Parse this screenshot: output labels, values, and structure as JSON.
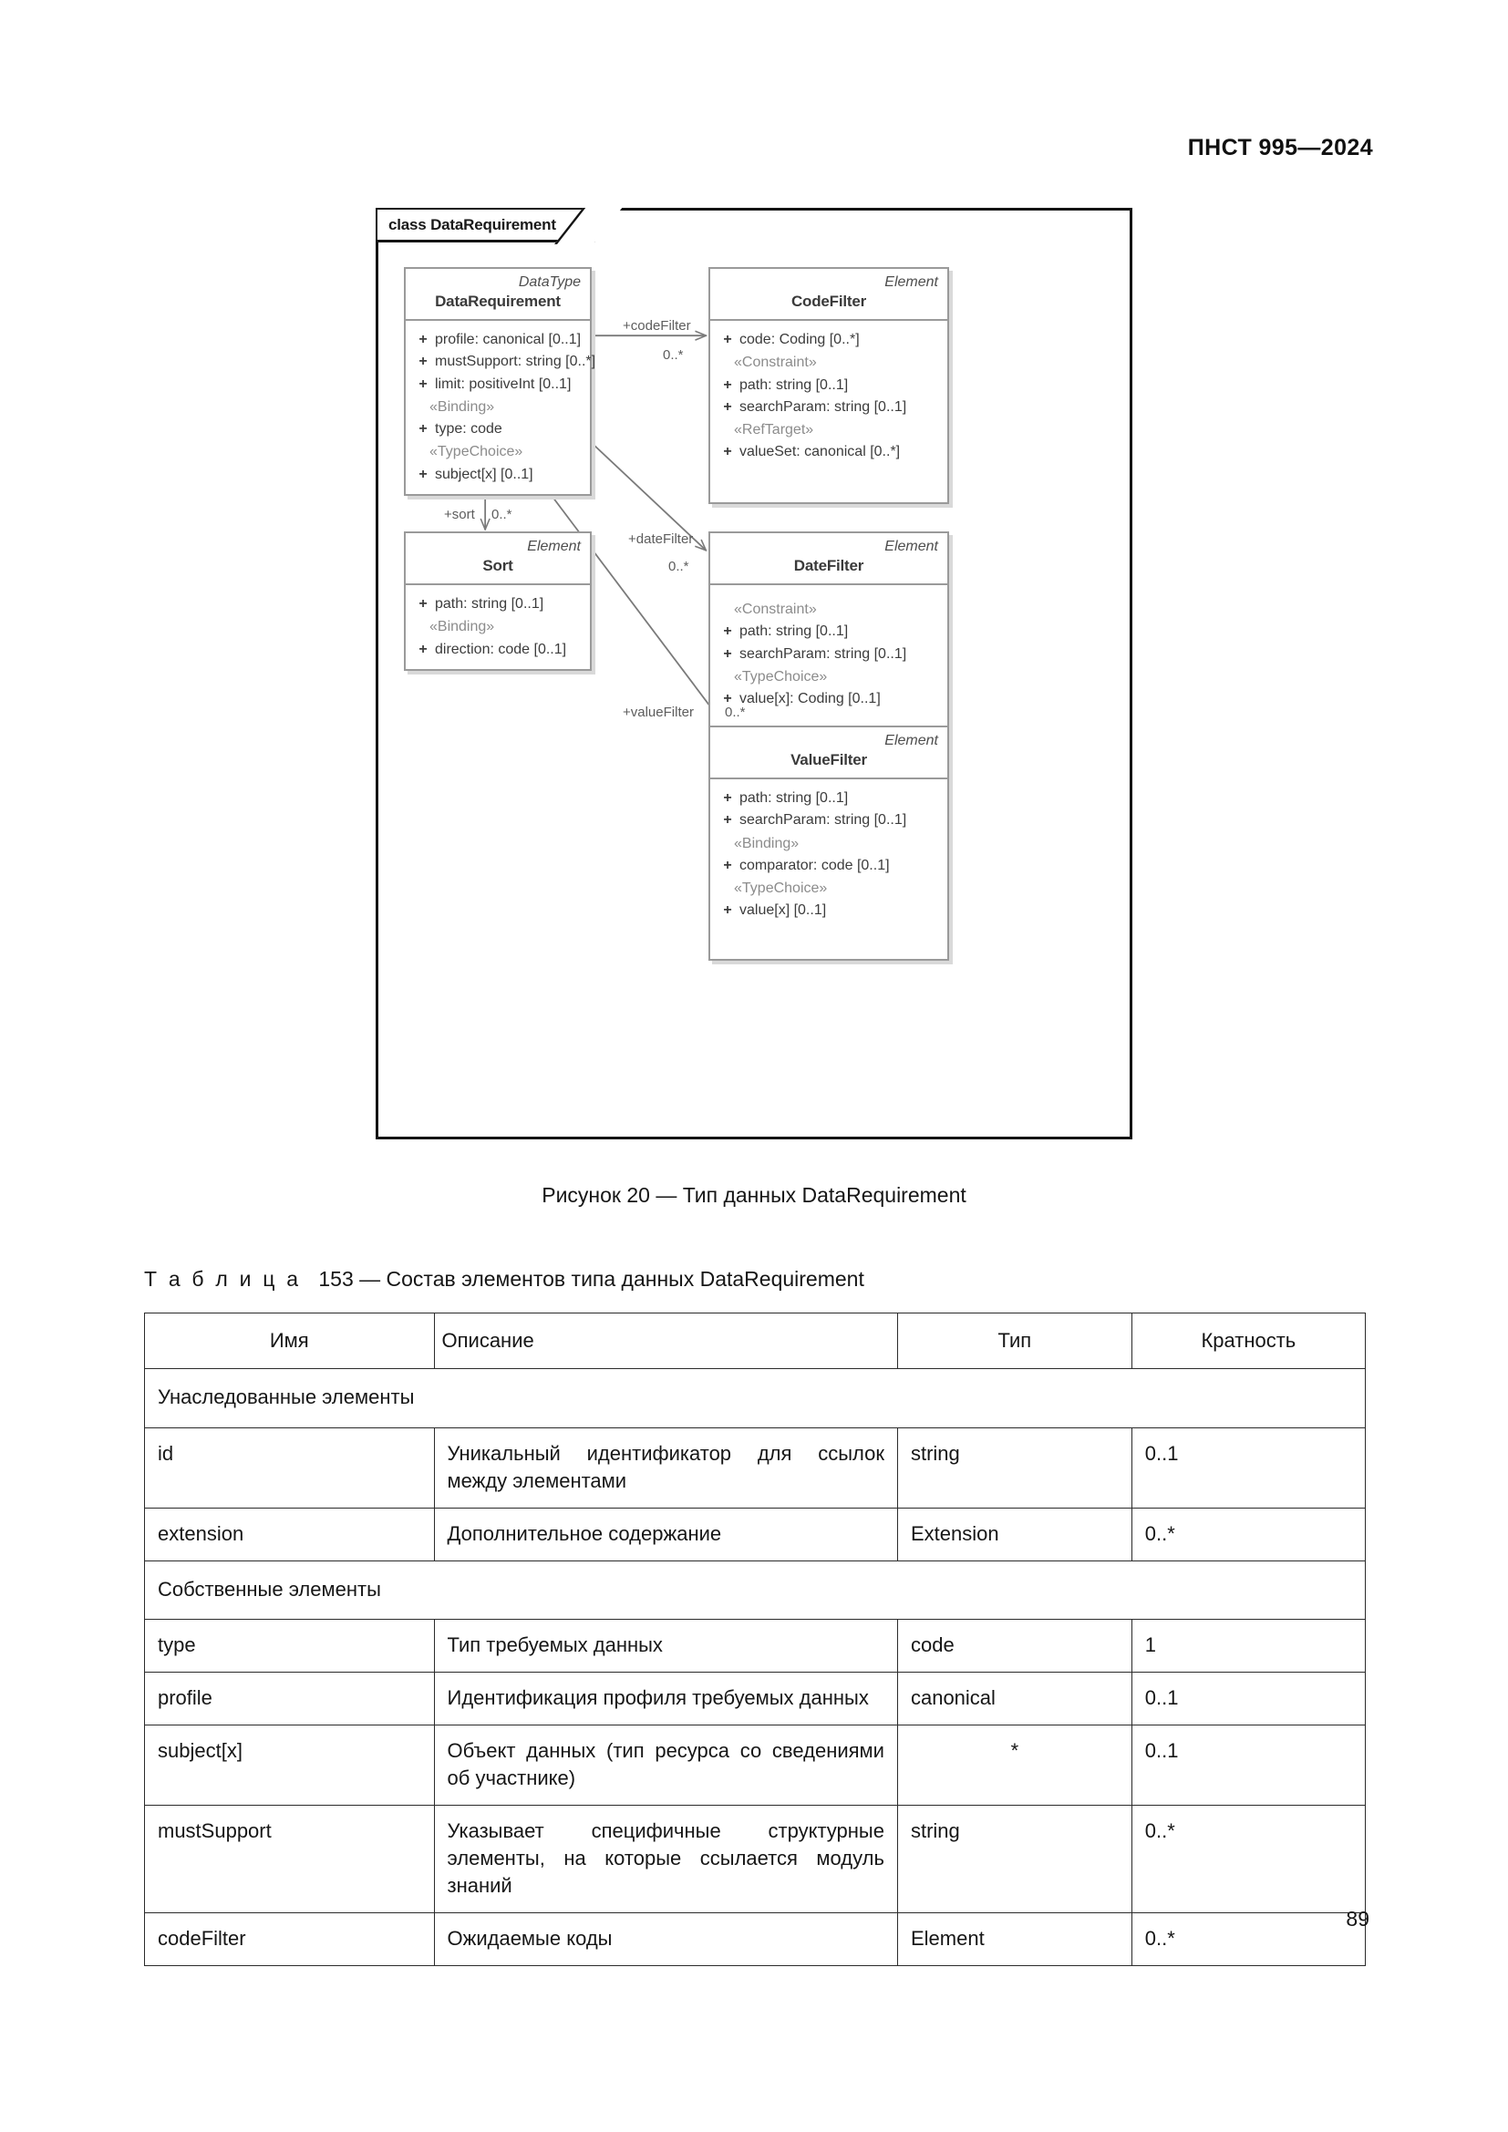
{
  "header": {
    "standard_ref": "ПНСТ 995—2024"
  },
  "page_number": "89",
  "figure": {
    "frame_label": "class DataRequirement",
    "caption": "Рисунок 20 — Тип данных DataRequirement",
    "classes": [
      {
        "id": "datarequirement",
        "stereotype": "DataType",
        "name": "DataRequirement",
        "members": [
          {
            "kind": "attr",
            "visibility": "+",
            "text": "profile: canonical [0..1]"
          },
          {
            "kind": "attr",
            "visibility": "+",
            "text": "mustSupport: string [0..*]"
          },
          {
            "kind": "attr",
            "visibility": "+",
            "text": "limit: positiveInt [0..1]"
          },
          {
            "kind": "stereo",
            "text": "«Binding»"
          },
          {
            "kind": "attr",
            "visibility": "+",
            "text": "type: code"
          },
          {
            "kind": "stereo",
            "text": "«TypeChoice»"
          },
          {
            "kind": "attr",
            "visibility": "+",
            "text": "subject[x] [0..1]"
          }
        ]
      },
      {
        "id": "codefilter",
        "stereotype": "Element",
        "name": "CodeFilter",
        "members": [
          {
            "kind": "attr",
            "visibility": "+",
            "text": "code: Coding [0..*]"
          },
          {
            "kind": "stereo",
            "text": "«Constraint»"
          },
          {
            "kind": "attr",
            "visibility": "+",
            "text": "path: string [0..1]"
          },
          {
            "kind": "attr",
            "visibility": "+",
            "text": "searchParam: string [0..1]"
          },
          {
            "kind": "stereo",
            "text": "«RefTarget»"
          },
          {
            "kind": "attr",
            "visibility": "+",
            "text": "valueSet: canonical [0..*]"
          }
        ]
      },
      {
        "id": "sort",
        "stereotype": "Element",
        "name": "Sort",
        "members": [
          {
            "kind": "attr",
            "visibility": "+",
            "text": "path: string [0..1]"
          },
          {
            "kind": "stereo",
            "text": "«Binding»"
          },
          {
            "kind": "attr",
            "visibility": "+",
            "text": "direction: code [0..1]"
          }
        ]
      },
      {
        "id": "datefilter",
        "stereotype": "Element",
        "name": "DateFilter",
        "members": [
          {
            "kind": "stereo",
            "text": "«Constraint»"
          },
          {
            "kind": "attr",
            "visibility": "+",
            "text": "path: string [0..1]"
          },
          {
            "kind": "attr",
            "visibility": "+",
            "text": "searchParam: string [0..1]"
          },
          {
            "kind": "stereo",
            "text": "«TypeChoice»"
          },
          {
            "kind": "attr",
            "visibility": "+",
            "text": "value[x]: Coding [0..1]"
          }
        ]
      },
      {
        "id": "valuefilter",
        "stereotype": "Element",
        "name": "ValueFilter",
        "members": [
          {
            "kind": "attr",
            "visibility": "+",
            "text": "path: string [0..1]"
          },
          {
            "kind": "attr",
            "visibility": "+",
            "text": "searchParam: string [0..1]"
          },
          {
            "kind": "stereo",
            "text": "«Binding»"
          },
          {
            "kind": "attr",
            "visibility": "+",
            "text": "comparator: code [0..1]"
          },
          {
            "kind": "stereo",
            "text": "«TypeChoice»"
          },
          {
            "kind": "attr",
            "visibility": "+",
            "text": "value[x] [0..1]"
          }
        ]
      }
    ],
    "associations": [
      {
        "id": "codefilter-link",
        "role": "+codeFilter",
        "multiplicity": "0..*"
      },
      {
        "id": "sort-link",
        "role": "+sort",
        "multiplicity": "0..*"
      },
      {
        "id": "datefilter-link",
        "role": "+dateFilter",
        "multiplicity": "0..*"
      },
      {
        "id": "valuefilter-link",
        "role": "+valueFilter",
        "multiplicity": "0..*"
      }
    ]
  },
  "table": {
    "caption_prefix": "Т а б л и ц а",
    "caption_rest": "153 — Состав элементов типа данных DataRequirement",
    "columns": [
      "Имя",
      "Описание",
      "Тип",
      "Кратность"
    ],
    "sections": [
      {
        "title": "Унаследованные элементы",
        "rows": [
          {
            "name": "id",
            "description": "Уникальный идентификатор для ссылок между элементами",
            "type": "string",
            "cardinality": "0..1",
            "type_center": false
          },
          {
            "name": "extension",
            "description": "Дополнительное содержание",
            "type": "Extension",
            "cardinality": "0..*",
            "type_center": false
          }
        ]
      },
      {
        "title": "Собственные элементы",
        "rows": [
          {
            "name": "type",
            "description": "Тип требуемых данных",
            "type": "code",
            "cardinality": "1",
            "type_center": false
          },
          {
            "name": "profile",
            "description": "Идентификация профиля требуемых данных",
            "type": "canonical",
            "cardinality": "0..1",
            "type_center": false
          },
          {
            "name": "subject[x]",
            "description": "Объект данных (тип ресурса со сведениями об участнике)",
            "type": "*",
            "cardinality": "0..1",
            "type_center": true
          },
          {
            "name": "mustSupport",
            "description": "Указывает специфичные структурные элементы, на которые ссылается модуль знаний",
            "type": "string",
            "cardinality": "0..*",
            "type_center": false
          },
          {
            "name": "codeFilter",
            "description": "Ожидаемые коды",
            "type": "Element",
            "cardinality": "0..*",
            "type_center": false
          }
        ]
      }
    ]
  }
}
